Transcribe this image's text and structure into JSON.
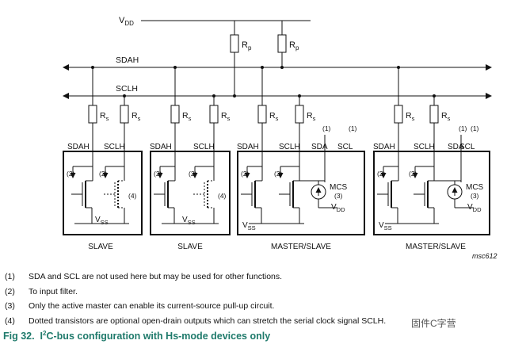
{
  "diagram": {
    "vdd": "V",
    "vdd_sub": "DD",
    "rp": "R",
    "rp_sub": "p",
    "rs": "R",
    "rs_sub": "s",
    "sdah": "SDAH",
    "sclh": "SCLH",
    "sda": "SDA",
    "scl": "SCL",
    "vss": "V",
    "vss_sub": "SS",
    "mcs": "MCS",
    "note1": "(1)",
    "note2": "(2)",
    "note3": "(3)",
    "note4": "(4)",
    "slave": "SLAVE",
    "master_slave": "MASTER/SLAVE",
    "ref": "msc612"
  },
  "notes": [
    {
      "num": "(1)",
      "text": "SDA and SCL are not used here but may be used for other functions."
    },
    {
      "num": "(2)",
      "text": "To input filter."
    },
    {
      "num": "(3)",
      "text": "Only the active master can enable its current-source pull-up circuit."
    },
    {
      "num": "(4)",
      "text": "Dotted transistors are optional open-drain outputs which can stretch the serial clock signal SCLH."
    }
  ],
  "caption": {
    "fig": "Fig 32.",
    "i": "I",
    "sup": "2",
    "rest": "C-bus configuration with Hs-mode devices only"
  },
  "watermark": "固件C字营"
}
